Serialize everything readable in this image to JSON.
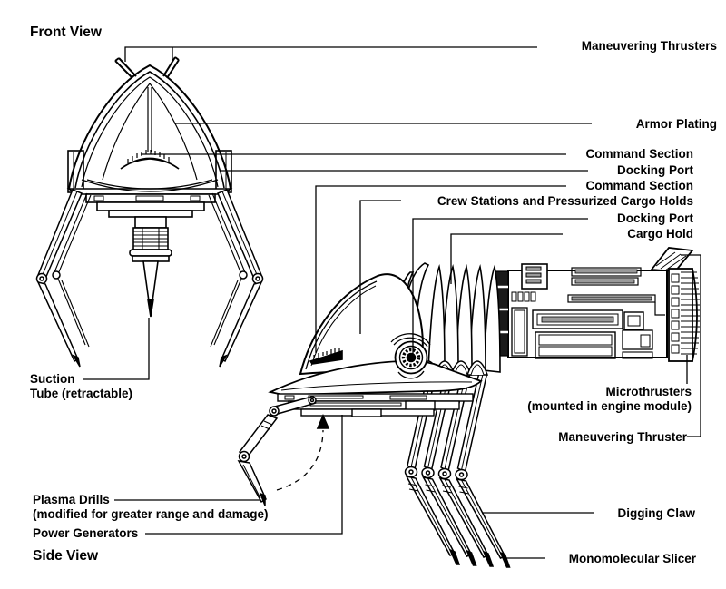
{
  "colors": {
    "ink": "#000000",
    "paper": "#ffffff"
  },
  "front_view": {
    "title": "Front View"
  },
  "side_view": {
    "title": "Side View"
  },
  "callouts": {
    "maneuvering_thrusters": "Maneuvering Thrusters",
    "armor_plating": "Armor Plating",
    "command_section_front": "Command Section",
    "docking_port_front": "Docking Port",
    "command_section_side": "Command Section",
    "crew_stations": "Crew Stations and Pressurized Cargo Holds",
    "docking_port_side": "Docking Port",
    "cargo_hold": "Cargo Hold",
    "suction_tube_line1": "Suction",
    "suction_tube_line2": "Tube (retractable)",
    "microthrusters_line1": "Microthrusters",
    "microthrusters_line2": "(mounted in engine module)",
    "maneuvering_thruster": "Maneuvering Thruster",
    "plasma_drills_line1": "Plasma Drills",
    "plasma_drills_line2": "(modified for greater range and damage)",
    "power_generators": "Power Generators",
    "digging_claw": "Digging Claw",
    "monomolecular_slicer": "Monomolecular Slicer"
  }
}
